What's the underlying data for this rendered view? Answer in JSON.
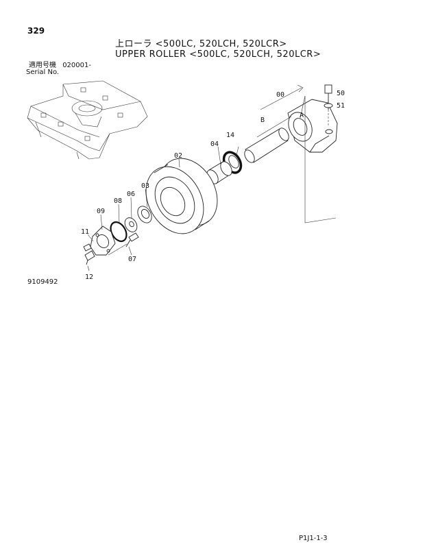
{
  "header": {
    "page_number": "329",
    "title_jp": "上ローラ <500LC, 520LCH, 520LCR>",
    "title_en": "UPPER ROLLER <500LC, 520LCH, 520LCR>",
    "applicable_label_jp": "適用号機",
    "serial_label": "Serial No.",
    "serial_range": "020001-"
  },
  "callouts": {
    "c00": "00",
    "cA": "A",
    "cB": "B",
    "c50": "50",
    "c51": "51",
    "c14": "14",
    "c04": "04",
    "c02": "02",
    "c03": "03",
    "c06": "06",
    "c08": "08",
    "c09": "09",
    "c11": "11",
    "c07": "07",
    "c12": "12"
  },
  "footer": {
    "drawing_number": "9109492",
    "page_ref": "P1J1-1-3"
  }
}
